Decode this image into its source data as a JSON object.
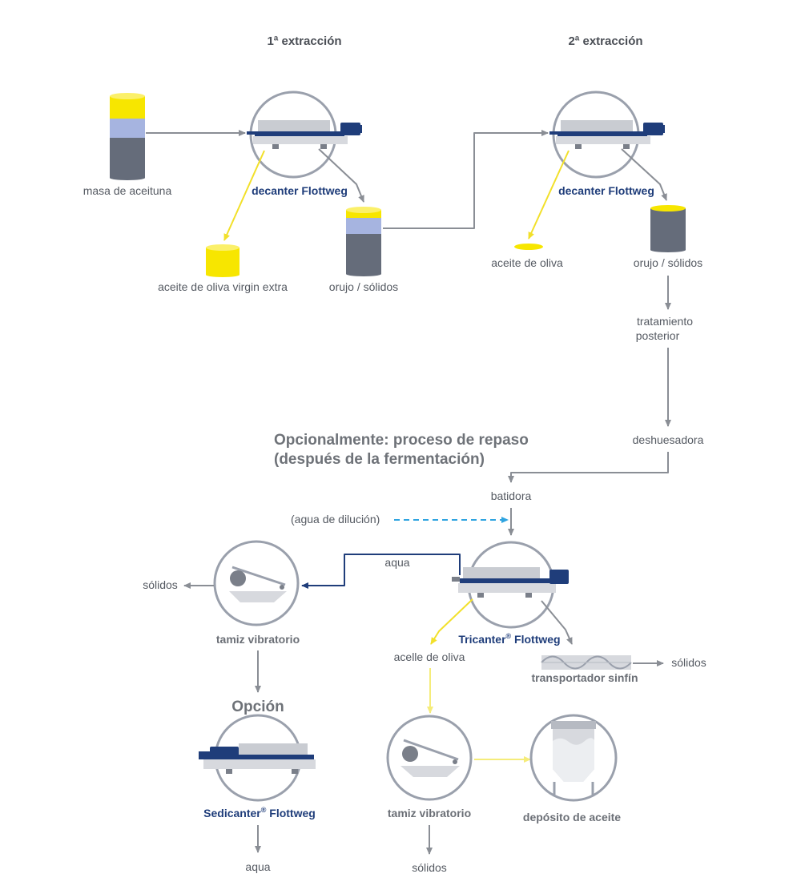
{
  "headers": {
    "first_extraction": "1ª extracción",
    "second_extraction": "2ª extracción"
  },
  "labels": {
    "masa": "masa de aceituna",
    "decanter1": "decanter Flottweg",
    "aceite_virgen": "aceite de oliva virgin extra",
    "orujo1": "orujo / sólidos",
    "decanter2": "decanter Flottweg",
    "aceite2": "aceite de oliva",
    "orujo2": "orujo / sólidos",
    "tratamiento_1": "tratamiento",
    "tratamiento_2": "posterior",
    "deshuesadora": "deshuesadora",
    "repaso_1": "Opcionalmente: proceso de repaso",
    "repaso_2": "(después de la fermentación)",
    "batidora": "batidora",
    "agua_dilucion": "(agua de dilución)",
    "aqua_flow": "aqua",
    "tricanter": "Tricanter",
    "tricanter_brand": " Flottweg",
    "solidos_left": "sólidos",
    "tamiz1": "tamiz vibratorio",
    "opcion": "Opción",
    "sedicanter": "Sedicanter",
    "sedicanter_brand": " Flottweg",
    "aqua_bottom": "aqua",
    "acelle": "acelle de oliva",
    "tamiz2": "tamiz vibratorio",
    "solidos_bottom": "sólidos",
    "deposito": "depósito de aceite",
    "transportador": "transportador sinfín",
    "solidos_right": "sólidos",
    "registered": "®"
  },
  "colors": {
    "yellow": "#f7e600",
    "lavender": "#a6b4e0",
    "dark_gray": "#656c7a",
    "navy": "#1f3d7a",
    "circle": "#9aa0ac",
    "arrow": "#8a8e95",
    "dashed_blue": "#2fa4e0"
  }
}
